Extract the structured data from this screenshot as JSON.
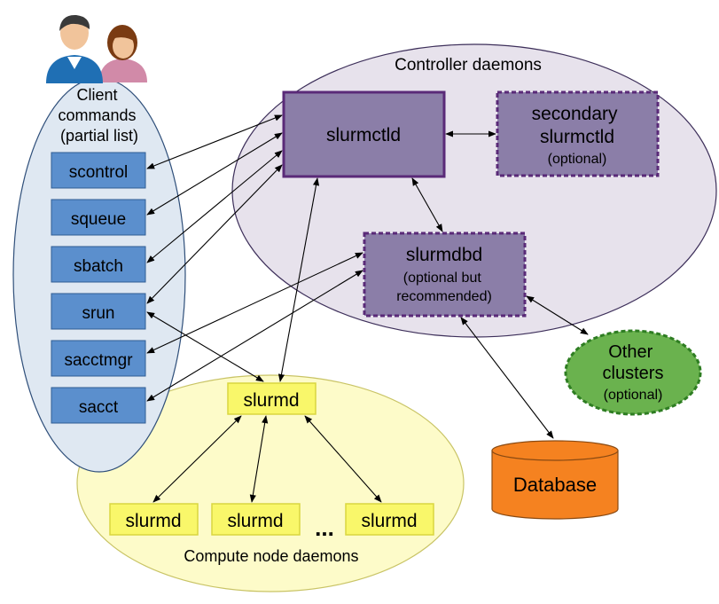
{
  "colors": {
    "client_oval_fill": "#dfe8f2",
    "client_oval_stroke": "#2f4f7a",
    "command_box_fill": "#5b8fcd",
    "command_box_stroke": "#2f5d94",
    "controller_oval_fill": "#e7e2ec",
    "controller_oval_stroke": "#3d2f5a",
    "daemon_box_fill": "#8b7ea8",
    "daemon_box_stroke": "#5a2a78",
    "compute_oval_fill": "#fdfbc9",
    "compute_oval_stroke": "#c9c466",
    "slurmd_fill": "#f9f76a",
    "slurmd_stroke": "#d9d640",
    "other_clusters_fill": "#6ab24e",
    "other_clusters_stroke": "#2e7d22",
    "database_fill": "#f58220",
    "database_stroke": "#8a4a12",
    "arrow": "#000000"
  },
  "client": {
    "icon": "users-icon",
    "title_lines": [
      "Client",
      "commands",
      "(partial list)"
    ],
    "commands": [
      "scontrol",
      "squeue",
      "sbatch",
      "srun",
      "sacctmgr",
      "sacct"
    ]
  },
  "controller": {
    "title": "Controller daemons",
    "slurmctld": "slurmctld",
    "secondary_lines": [
      "secondary",
      "slurmctld"
    ],
    "secondary_note": "(optional)",
    "slurmdbd": "slurmdbd",
    "slurmdbd_note_lines": [
      "(optional but",
      "recommended)"
    ]
  },
  "compute": {
    "title": "Compute node daemons",
    "main_node": "slurmd",
    "nodes": [
      "slurmd",
      "slurmd",
      "slurmd"
    ],
    "ellipsis": "..."
  },
  "other_clusters": {
    "lines": [
      "Other",
      "clusters"
    ],
    "note": "(optional)"
  },
  "database": {
    "label": "Database"
  }
}
